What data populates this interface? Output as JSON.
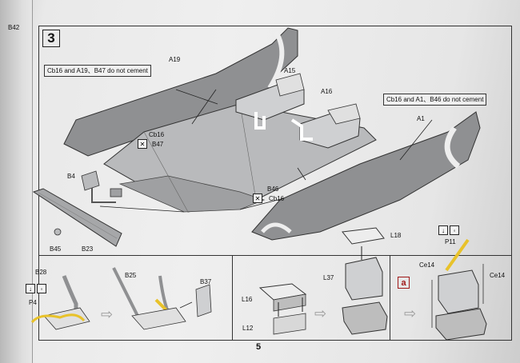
{
  "page": {
    "step_number": "3",
    "page_number": "5"
  },
  "notes": {
    "left": "Cb16 and A19、B47 do not cement",
    "right": "Cb16 and A1、B46 do not cement"
  },
  "labels": {
    "b42": "B42",
    "a19": "A19",
    "a15": "A15",
    "a16": "A16",
    "a1": "A1",
    "cb16_top": "Cb16",
    "b47": "B47",
    "b4": "B4",
    "b46": "B46",
    "cb16_bottom": "Cb16",
    "b45": "B45",
    "b23": "B23",
    "b28": "B28",
    "p4": "P4",
    "b25": "B25",
    "b37": "B37",
    "l16": "L16",
    "l12": "L12",
    "l18": "L18",
    "l37": "L37",
    "p11": "P11",
    "ce14_left": "Ce14",
    "ce14_right": "Ce14"
  },
  "callout": "a",
  "icons": {
    "no_cement": "no-cement-icon",
    "cement": "cement-icon",
    "flow_arrow": "flow-arrow-icon"
  },
  "colors": {
    "part_grey": "#8f9092",
    "part_light": "#b9babc",
    "highlight_yellow": "#e8c22a",
    "callout_red": "#a01818"
  }
}
